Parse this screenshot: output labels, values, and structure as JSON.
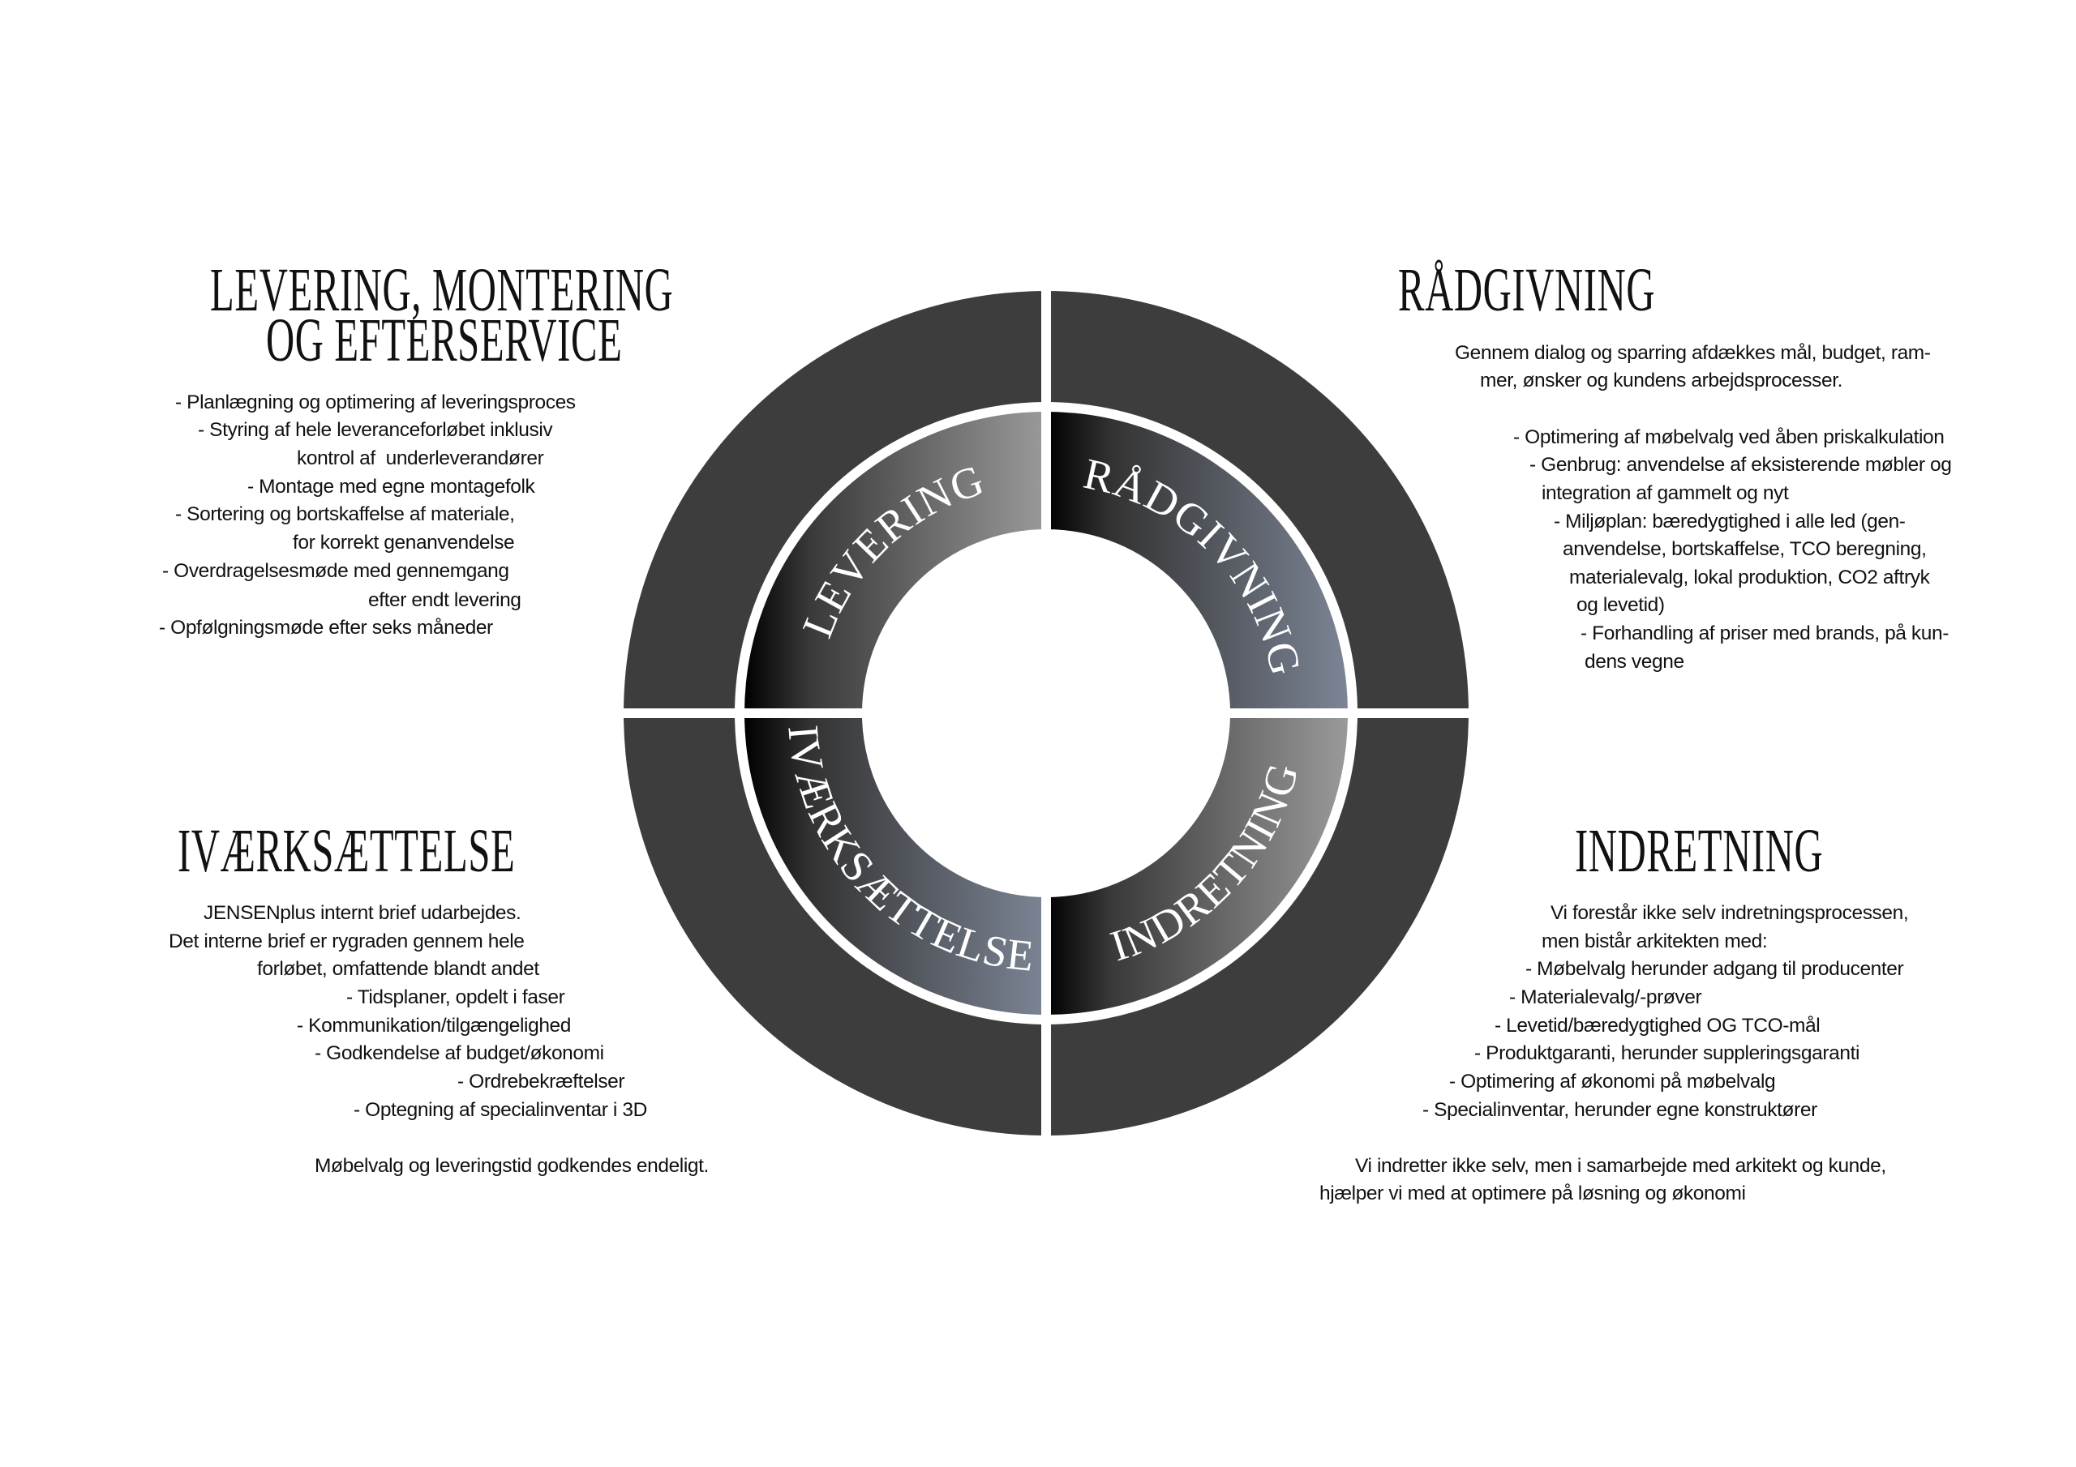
{
  "colors": {
    "outer_ring": "#3d3d3d",
    "gradient_start": "#000000",
    "gray_end": "#9a9a9a",
    "blue_gray_end": "#7c8595",
    "text": "#111111"
  },
  "wheel": {
    "levering": "LEVERING",
    "raadgivning": "RÅDGIVNING",
    "indretning": "INDRETNING",
    "iverksaettelse": "IVÆRKSÆTTELSE"
  },
  "levering": {
    "title": [
      "LEVERING, MONTERING",
      "OG EFTERSERVICE"
    ],
    "lines": [
      "- Planlægning og optimering af leveringsproces",
      "- Styring af hele leveranceforløbet inklusiv",
      "kontrol af  underleverandører",
      "- Montage med egne montagefolk",
      "- Sortering og bortskaffelse af materiale,",
      "for korrekt genanvendelse",
      "- Overdragelsesmøde med gennemgang",
      "efter endt levering",
      "- Opfølgningsmøde efter seks måneder"
    ]
  },
  "raadgivning": {
    "title": "RÅDGIVNING",
    "lines": [
      "Gennem dialog og sparring afdækkes mål, budget, ram-",
      "mer, ønsker og kundens arbejdsprocesser.",
      "- Optimering af møbelvalg ved åben priskalkulation",
      "- Genbrug: anvendelse af eksisterende møbler og",
      "integration af gammelt og nyt",
      "- Miljøplan: bæredygtighed i alle led (gen-",
      "anvendelse, bortskaffelse, TCO beregning,",
      "materialevalg, lokal produktion, CO2 aftryk",
      "og levetid)",
      "- Forhandling af priser med brands, på kun-",
      "dens vegne"
    ]
  },
  "iverksaettelse": {
    "title": "IVÆRKSÆTTELSE",
    "lines": [
      "JENSENplus internt brief udarbejdes.",
      "Det interne brief er rygraden gennem hele",
      "forløbet, omfattende blandt andet",
      "- Tidsplaner, opdelt i faser",
      "- Kommunikation/tilgængelighed",
      "- Godkendelse af budget/økonomi",
      "- Ordrebekræftelser",
      "- Optegning af specialinventar i 3D",
      "Møbelvalg og leveringstid godkendes endeligt."
    ]
  },
  "indretning": {
    "title": "INDRETNING",
    "lines": [
      "Vi forestår ikke selv indretningsprocessen,",
      "men bistår arkitekten med:",
      "- Møbelvalg herunder adgang til producenter",
      "- Materialevalg/-prøver",
      "- Levetid/bæredygtighed OG TCO-mål",
      "- Produktgaranti, herunder suppleringsgaranti",
      "- Optimering af økonomi på møbelvalg",
      "- Specialinventar, herunder egne konstruktører",
      "Vi indretter ikke selv, men i samarbejde med arkitekt og kunde,",
      "hjælper vi med at optimere på løsning og økonomi"
    ]
  }
}
